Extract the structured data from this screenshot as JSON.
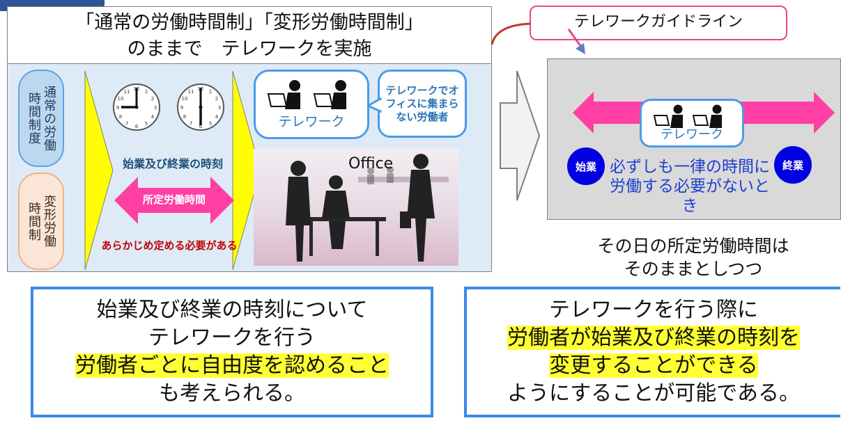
{
  "title": {
    "line1": "「通常の労働時間制」「変形労働時間制」",
    "line2": "のままで　テレワークを実施"
  },
  "systems": {
    "normal": {
      "col1": "通常の労働",
      "col2": "時間制度"
    },
    "henkei": {
      "col1": "変形労働",
      "col2": "時間制"
    }
  },
  "left_panel": {
    "start_end_label": "始業及び終業の時刻",
    "prescribed_hours": "所定労働時間",
    "prior_note": "あらかじめ定める必要がある",
    "telework_caption": "テレワーク",
    "bubble_text": "テレワークでオフィスに集まらない労働者",
    "office_label": "Office"
  },
  "right_side": {
    "guideline": "テレワークガイドライン",
    "telework_caption": "テレワーク",
    "start_badge": "始業",
    "end_badge": "終業",
    "flex_text": "必ずしも一律の時間に労働する必要がないとき",
    "caption_line1": "その日の所定労働時間は",
    "caption_line2": "そのままとしつつ"
  },
  "bottom_left": {
    "line1": "始業及び終業の時刻について",
    "line2": "テレワークを行う",
    "highlight": "労働者ごとに自由度を認めること",
    "line4": "も考えられる。"
  },
  "bottom_right": {
    "line1": "テレワークを行う際に",
    "highlight1": "労働者が始業及び終業の時刻を",
    "highlight2": "変更することができる",
    "line4": "ようにすることが可能である。"
  },
  "colors": {
    "accent_blue": "#4a9be8",
    "magenta": "#e8458b",
    "chevron_yellow": "#ffff00",
    "badge_blue": "#0000e0",
    "highlight_yellow": "#ffff33",
    "note_red": "#c00000"
  },
  "icons": [
    "clock-icon",
    "person-laptop-icon",
    "double-arrow-icon",
    "chevron-arrow-icon",
    "curved-arrow-icon",
    "office-photo"
  ]
}
